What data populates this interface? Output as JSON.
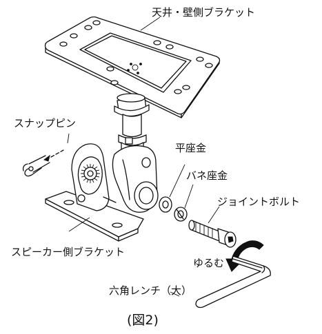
{
  "labels": {
    "ceiling_bracket": "天井・壁側ブラケット",
    "snap_pin": "スナップピン",
    "flat_washer": "平座金",
    "spring_washer": "バネ座金",
    "joint_bolt": "ジョイントボルト",
    "speaker_bracket": "スピーカー側ブラケット",
    "loosen": "ゆるむ",
    "hex_wrench": "六角レンチ（大）"
  },
  "caption": "(図2)"
}
